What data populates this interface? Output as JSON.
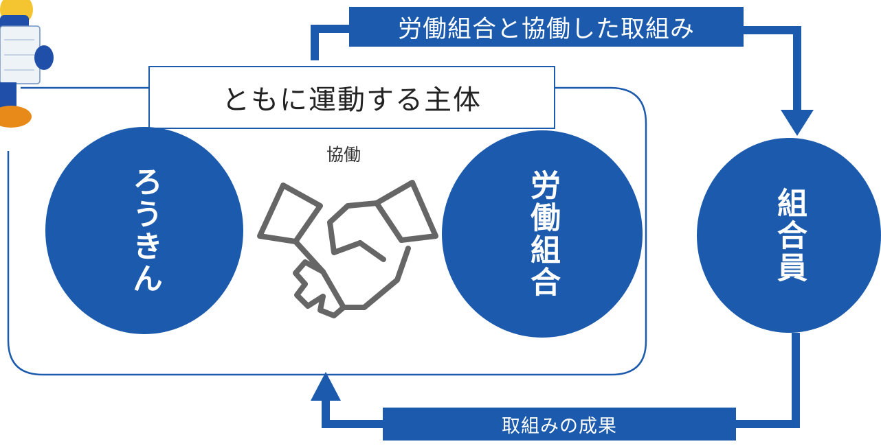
{
  "diagram": {
    "top_banner": "労働組合と協働した取組み",
    "bottom_banner": "取組みの成果",
    "group_title": "ともに運動する主体",
    "collaboration_label": "協働",
    "circles": {
      "rokin": "ろうきん",
      "union": "労働組合",
      "members": "組合員"
    }
  },
  "colors": {
    "primary_blue": "#1b5aac",
    "outline_gray": "#666666"
  },
  "icons": {
    "collaboration": "handshake-icon",
    "mascot": "mascot-character"
  }
}
